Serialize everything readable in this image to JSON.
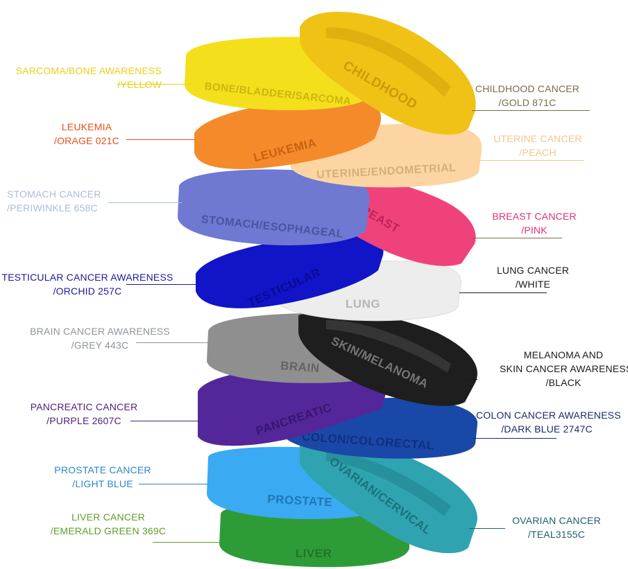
{
  "bands": [
    {
      "id": "bone",
      "text": "BONE/BLADDER/SARCOMA",
      "color": "#f4df1c"
    },
    {
      "id": "leukemia",
      "text": "LEUKEMIA",
      "color": "#f58a2a"
    },
    {
      "id": "stomach",
      "text": "STOMACH/ESOPHAGEAL",
      "color": "#6f79d2"
    },
    {
      "id": "testicular",
      "text": "TESTICULAR",
      "color": "#1214c8"
    },
    {
      "id": "brain",
      "text": "BRAIN",
      "color": "#8f8f8f"
    },
    {
      "id": "pancreatic",
      "text": "PANCREATIC",
      "color": "#53279a"
    },
    {
      "id": "prostate",
      "text": "PROSTATE",
      "color": "#3aaaf2"
    },
    {
      "id": "liver",
      "text": "LIVER",
      "color": "#2e9c36"
    },
    {
      "id": "childhood",
      "text": "CHILDHOOD",
      "color": "#f1c216"
    },
    {
      "id": "uterine",
      "text": "UTERINE/ENDOMETRIAL",
      "color": "#fcd5a3"
    },
    {
      "id": "breast",
      "text": "BREAST",
      "color": "#f0427a"
    },
    {
      "id": "lung",
      "text": "LUNG",
      "color": "#ededed"
    },
    {
      "id": "skin",
      "text": "SKIN/MELANOMA",
      "color": "#1e1e1e"
    },
    {
      "id": "colon",
      "text": "COLON/COLORECTAL",
      "color": "#1a48a8"
    },
    {
      "id": "ovarian",
      "text": "OVARIAN/CERVICAL",
      "color": "#2fa4b0"
    }
  ],
  "labels": {
    "sarcoma": {
      "lines": [
        "SARCOMA/BONE AWARENESS",
        "/YELLOW"
      ],
      "color": "#e8d21a"
    },
    "leukemia": {
      "lines": [
        "LEUKEMIA",
        "/ORAGE  021C"
      ],
      "color": "#e8501b"
    },
    "stomach": {
      "lines": [
        "STOMACH CANCER",
        "/PERIWINKLE 658C"
      ],
      "color": "#a9bddb"
    },
    "testicular": {
      "lines": [
        "TESTICULAR CANCER AWARENESS",
        "/ORCHID  257C"
      ],
      "color": "#1a1a9c"
    },
    "brain": {
      "lines": [
        "BRAIN CANCER AWARENESS",
        "/GREY  443C"
      ],
      "color": "#8e949a"
    },
    "pancreatic": {
      "lines": [
        "PANCREATIC CANCER",
        "/PURPLE 2607C"
      ],
      "color": "#4e1f78"
    },
    "prostate": {
      "lines": [
        "PROSTATE CANCER",
        "/LIGHT BLUE"
      ],
      "color": "#2f86c7"
    },
    "liver": {
      "lines": [
        "LIVER CANCER",
        "/EMERALD GREEN  369C"
      ],
      "color": "#5e9d2a"
    },
    "childhood": {
      "lines": [
        "CHILDHOOD CANCER",
        "/GOLD 871C"
      ],
      "color": "#7d6a48"
    },
    "uterine": {
      "lines": [
        "UTERINE CANCER",
        "/PEACH"
      ],
      "color": "#f2c88a"
    },
    "breast": {
      "lines": [
        "BREAST CANCER",
        "/PINK"
      ],
      "color": "#e0307a"
    },
    "lung": {
      "lines": [
        "LUNG CANCER",
        "/WHITE"
      ],
      "color": "#1a1a1a"
    },
    "melanoma": {
      "lines": [
        "MELANOMA AND",
        "SKIN CANCER AWARENESS",
        "/BLACK"
      ],
      "color": "#1a1a1a"
    },
    "colon": {
      "lines": [
        "COLON CANCER AWARENESS",
        "/DARK BLUE  2747C"
      ],
      "color": "#1a2a6a"
    },
    "ovarian": {
      "lines": [
        "OVARIAN CANCER",
        "/TEAL3155C"
      ],
      "color": "#1d5e6d"
    }
  }
}
